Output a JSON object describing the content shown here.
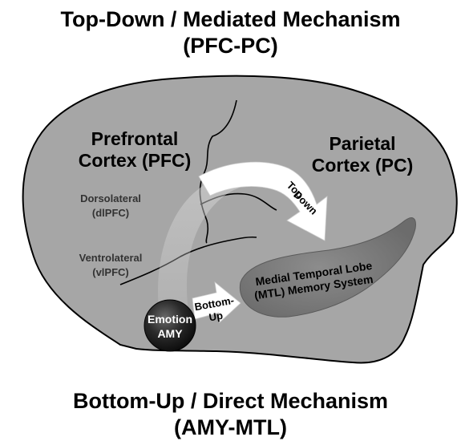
{
  "titles": {
    "top_line1": "Top-Down / Mediated Mechanism",
    "top_line2": "(PFC-PC)",
    "bottom_line1": "Bottom-Up / Direct Mechanism",
    "bottom_line2": "(AMY-MTL)"
  },
  "regions": {
    "pfc_line1": "Prefrontal",
    "pfc_line2": "Cortex (PFC)",
    "pc_line1": "Parietal",
    "pc_line2": "Cortex (PC)",
    "dlpfc_line1": "Dorsolateral",
    "dlpfc_line2": "(dlPFC)",
    "vlpfc_line1": "Ventrolateral",
    "vlpfc_line2": "(vlPFC)",
    "mtl_line1": "Medial Temporal Lobe",
    "mtl_line2": "(MTL) Memory System",
    "amy_line1": "Emotion",
    "amy_line2": "AMY"
  },
  "arrows": {
    "top_down_line1": "Top",
    "top_down_line2": "Down",
    "bottom_up_line1": "Bottom-",
    "bottom_up_line2": "Up"
  },
  "colors": {
    "brain_fill": "#a6a6a6",
    "brain_outline": "#000000",
    "mtl_fill": "#7d7d7d",
    "amy_fill": "#2a2a2a",
    "arrow_fill": "#ffffff"
  }
}
